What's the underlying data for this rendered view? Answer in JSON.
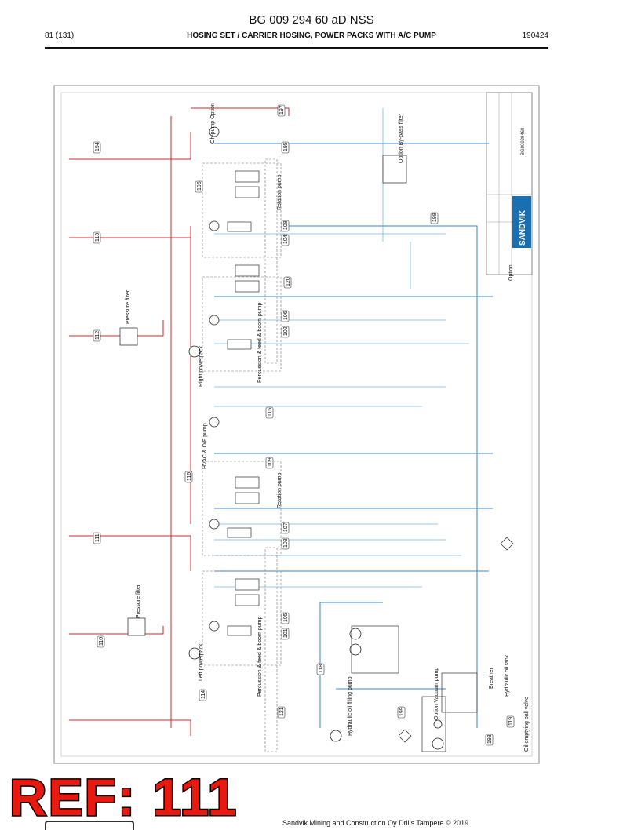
{
  "header": {
    "doc_title": "BG 009 294 60 aD NSS",
    "page": "81 (131)",
    "section_title": "HOSING SET / CARRIER HOSING, POWER PACKS WITH A/C PUMP",
    "date": "190424"
  },
  "diagram": {
    "components": [
      {
        "id": "c-oh-pump",
        "label": "Oh-pump Option"
      },
      {
        "id": "c-rotation-top",
        "label": "Rotation pump"
      },
      {
        "id": "c-pressure-filter-top",
        "label": "Pressure filter"
      },
      {
        "id": "c-right-powerpack",
        "label": "Right powerpack"
      },
      {
        "id": "c-perc-feed-top",
        "label": "Percussion & feed & boom pump"
      },
      {
        "id": "c-hvac-pump",
        "label": "HVAC & O/F pump"
      },
      {
        "id": "c-rotation-bottom",
        "label": "Rotation pump"
      },
      {
        "id": "c-pressure-filter-bottom",
        "label": "Pressure filter"
      },
      {
        "id": "c-left-powerpack",
        "label": "Left powerpack"
      },
      {
        "id": "c-perc-feed-bottom",
        "label": "Percussion & feed & boom pump"
      },
      {
        "id": "c-hydraulic-oil-filling",
        "label": "Hydraulic oil filling pump"
      },
      {
        "id": "c-option-vacuum",
        "label": "Option Vacuum pump"
      },
      {
        "id": "c-breather",
        "label": "Breather"
      },
      {
        "id": "c-hydraulic-tank",
        "label": "Hydraulic oil tank"
      },
      {
        "id": "c-oil-emptying",
        "label": "Oil emptying ball valve"
      },
      {
        "id": "c-option-by-pass",
        "label": "Option By-pass filter"
      },
      {
        "id": "c-option-right",
        "label": "Option"
      }
    ],
    "markers": [
      "197",
      "194",
      "195",
      "196",
      "113",
      "198",
      "108",
      "104",
      "120",
      "106",
      "102",
      "112",
      "115",
      "109",
      "116",
      "107",
      "103",
      "111",
      "105",
      "101",
      "110",
      "118",
      "114",
      "121",
      "199",
      "119",
      "193"
    ],
    "title_block": {
      "brand": "SANDVIK",
      "drawing_no": "BG00929460"
    }
  },
  "ref_stamp": "REF: 111",
  "footer": {
    "text": "Sandvik Mining and Construction Oy Drills Tampere © 2019"
  },
  "colors": {
    "pressure_line": "#d9232e",
    "return_line": "#3a8ad6",
    "drain_line": "#6fb7e8",
    "stamp": "#e8190f"
  }
}
